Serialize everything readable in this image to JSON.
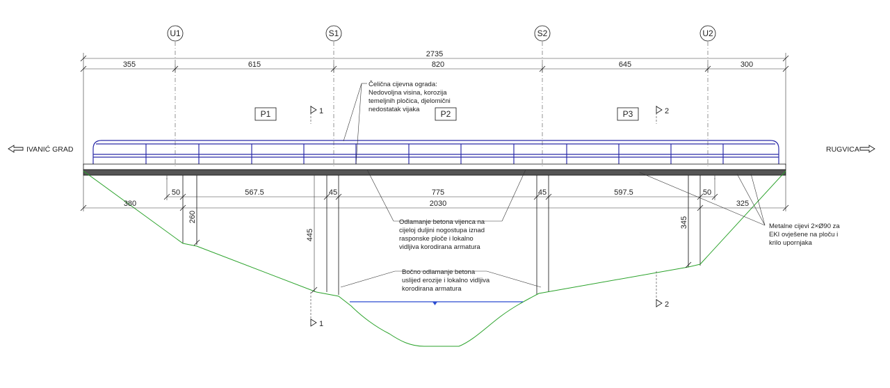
{
  "axes": {
    "u1": "U1",
    "s1": "S1",
    "s2": "S2",
    "u2": "U2"
  },
  "dimensions": {
    "total": "2735",
    "top": [
      "355",
      "615",
      "820",
      "645",
      "300"
    ],
    "pier_widths": [
      "50",
      "45",
      "45",
      "50"
    ],
    "spans_lower": [
      "567.5",
      "775",
      "597.5"
    ],
    "inner_total": "2030",
    "left_abut": "380",
    "right_abut": "325",
    "heights": [
      "260",
      "445",
      "345"
    ]
  },
  "panels": [
    "P1",
    "P2",
    "P3"
  ],
  "sections": {
    "sec1_top": "1",
    "sec2_top": "2",
    "sec1_bottom": "1",
    "sec2_bottom": "2"
  },
  "directions": {
    "left": "IVANIĆ GRAD",
    "right": "RUGVICA"
  },
  "notes": {
    "railing": [
      "Čelična cijevna ograda:",
      "Nedovoljna visina, korozija",
      "temeljnih pločica, djelomični",
      "nedostatak vijaka"
    ],
    "concrete_edge": [
      "Odlamanje betona vijenca na",
      "cijeloj duljini nogostupa iznad",
      "rasponske ploče i lokalno",
      "vidljiva korodirana armatura"
    ],
    "side_spalling": [
      "Bočno odlamanje betona",
      "uslijed erozije i lokalno vidljiva",
      "korodirana armatura"
    ],
    "pipes": [
      "Metalne cijevi 2×Ø90 za",
      "EKI ovješene na ploču i",
      "krilo upornjaka"
    ]
  }
}
